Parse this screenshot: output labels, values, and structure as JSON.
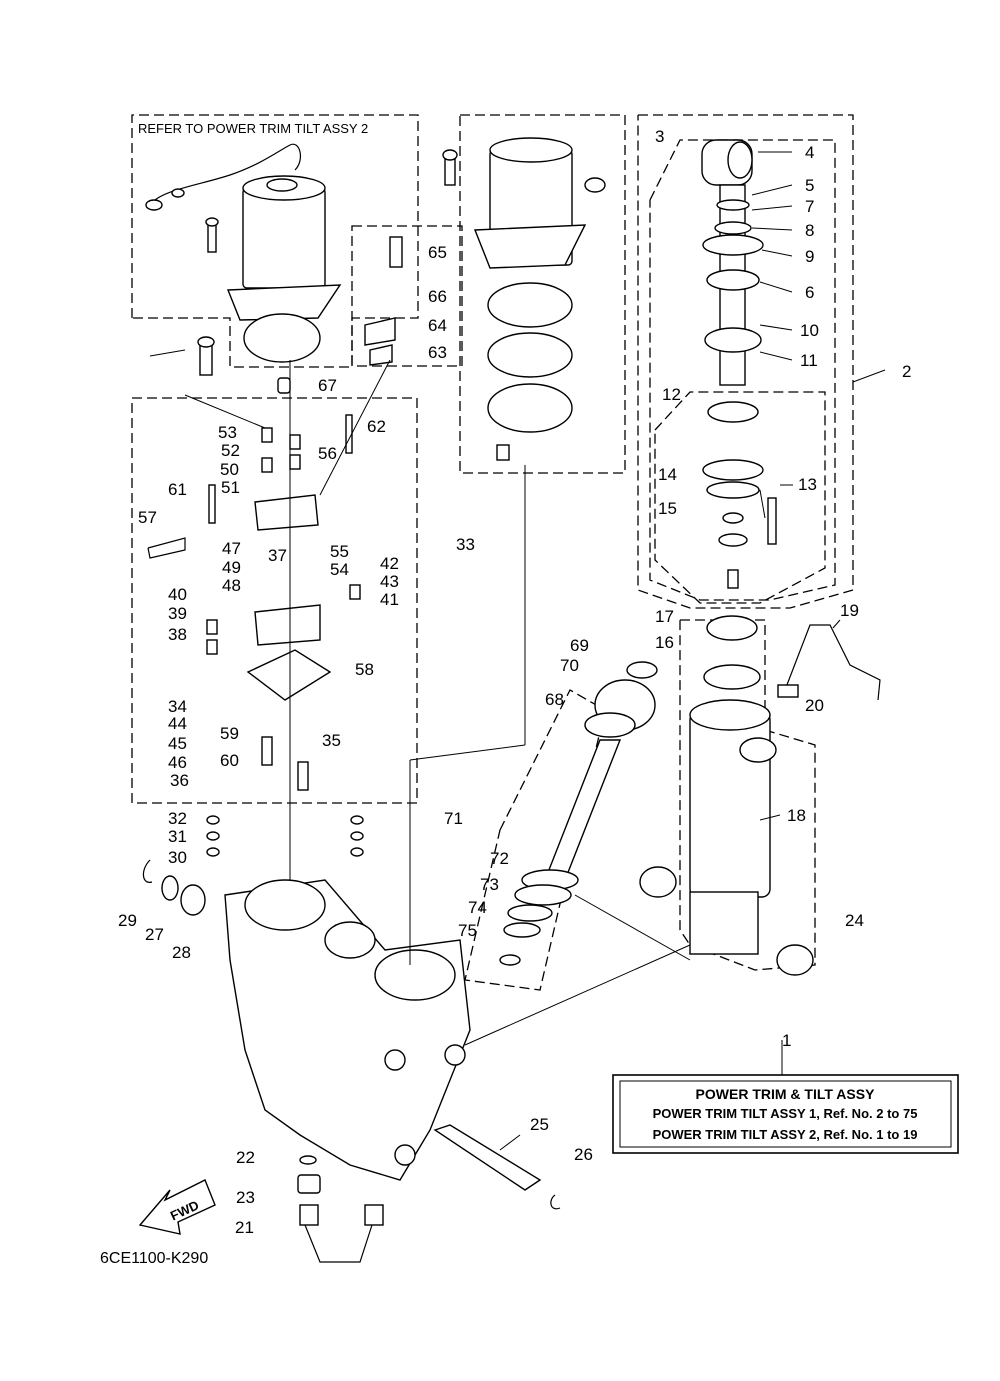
{
  "diagram": {
    "refer_box_title": "REFER TO POWER TRIM TILT ASSY 2",
    "legend": {
      "title": "POWER TRIM & TILT ASSY",
      "line1": "POWER TRIM TILT ASSY 1,  Ref. No. 2 to 75",
      "line2": "POWER TRIM TILT ASSY 2,  Ref. No. 1 to 19"
    },
    "fwd_label": "FWD",
    "drawing_code": "6CE1100-K290",
    "callouts": [
      "1",
      "2",
      "3",
      "4",
      "5",
      "6",
      "7",
      "8",
      "9",
      "10",
      "11",
      "12",
      "13",
      "14",
      "15",
      "16",
      "17",
      "18",
      "19",
      "20",
      "21",
      "22",
      "23",
      "24",
      "25",
      "26",
      "27",
      "28",
      "29",
      "30",
      "31",
      "32",
      "33",
      "34",
      "35",
      "36",
      "37",
      "38",
      "39",
      "40",
      "41",
      "42",
      "43",
      "44",
      "45",
      "46",
      "47",
      "48",
      "49",
      "50",
      "51",
      "52",
      "53",
      "54",
      "55",
      "56",
      "57",
      "58",
      "59",
      "60",
      "61",
      "62",
      "63",
      "64",
      "65",
      "66",
      "67",
      "68",
      "69",
      "70",
      "71",
      "72",
      "73",
      "74",
      "75"
    ]
  }
}
